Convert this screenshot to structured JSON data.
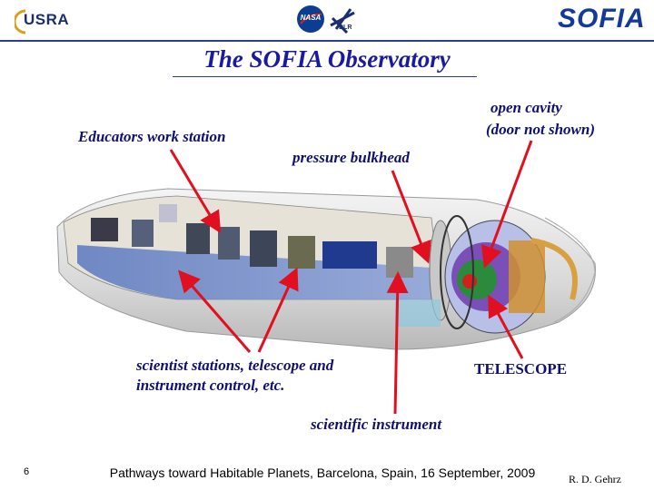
{
  "header": {
    "usra_logo": "USRA",
    "nasa_logo": "NASA",
    "dlr_logo": "DLR",
    "sofia_logo": "SOFIA"
  },
  "title": "The SOFIA Observatory",
  "labels": {
    "educators": "Educators work station",
    "open_cavity_line1": "open cavity",
    "open_cavity_line2": "(door not shown)",
    "pressure_bulkhead": "pressure bulkhead",
    "scientist_line1": "scientist stations, telescope and",
    "scientist_line2": "instrument control, etc.",
    "telescope": "TELESCOPE",
    "scientific_instrument": "scientific instrument"
  },
  "footer": {
    "page_number": "6",
    "text": "Pathways toward Habitable Planets, Barcelona, Spain, 16 September, 2009",
    "author": "R. D. Gehrz"
  },
  "colors": {
    "title": "#1a1aa0",
    "label": "#101070",
    "arrow": "#e01020",
    "brand_blue": "#13399a"
  }
}
